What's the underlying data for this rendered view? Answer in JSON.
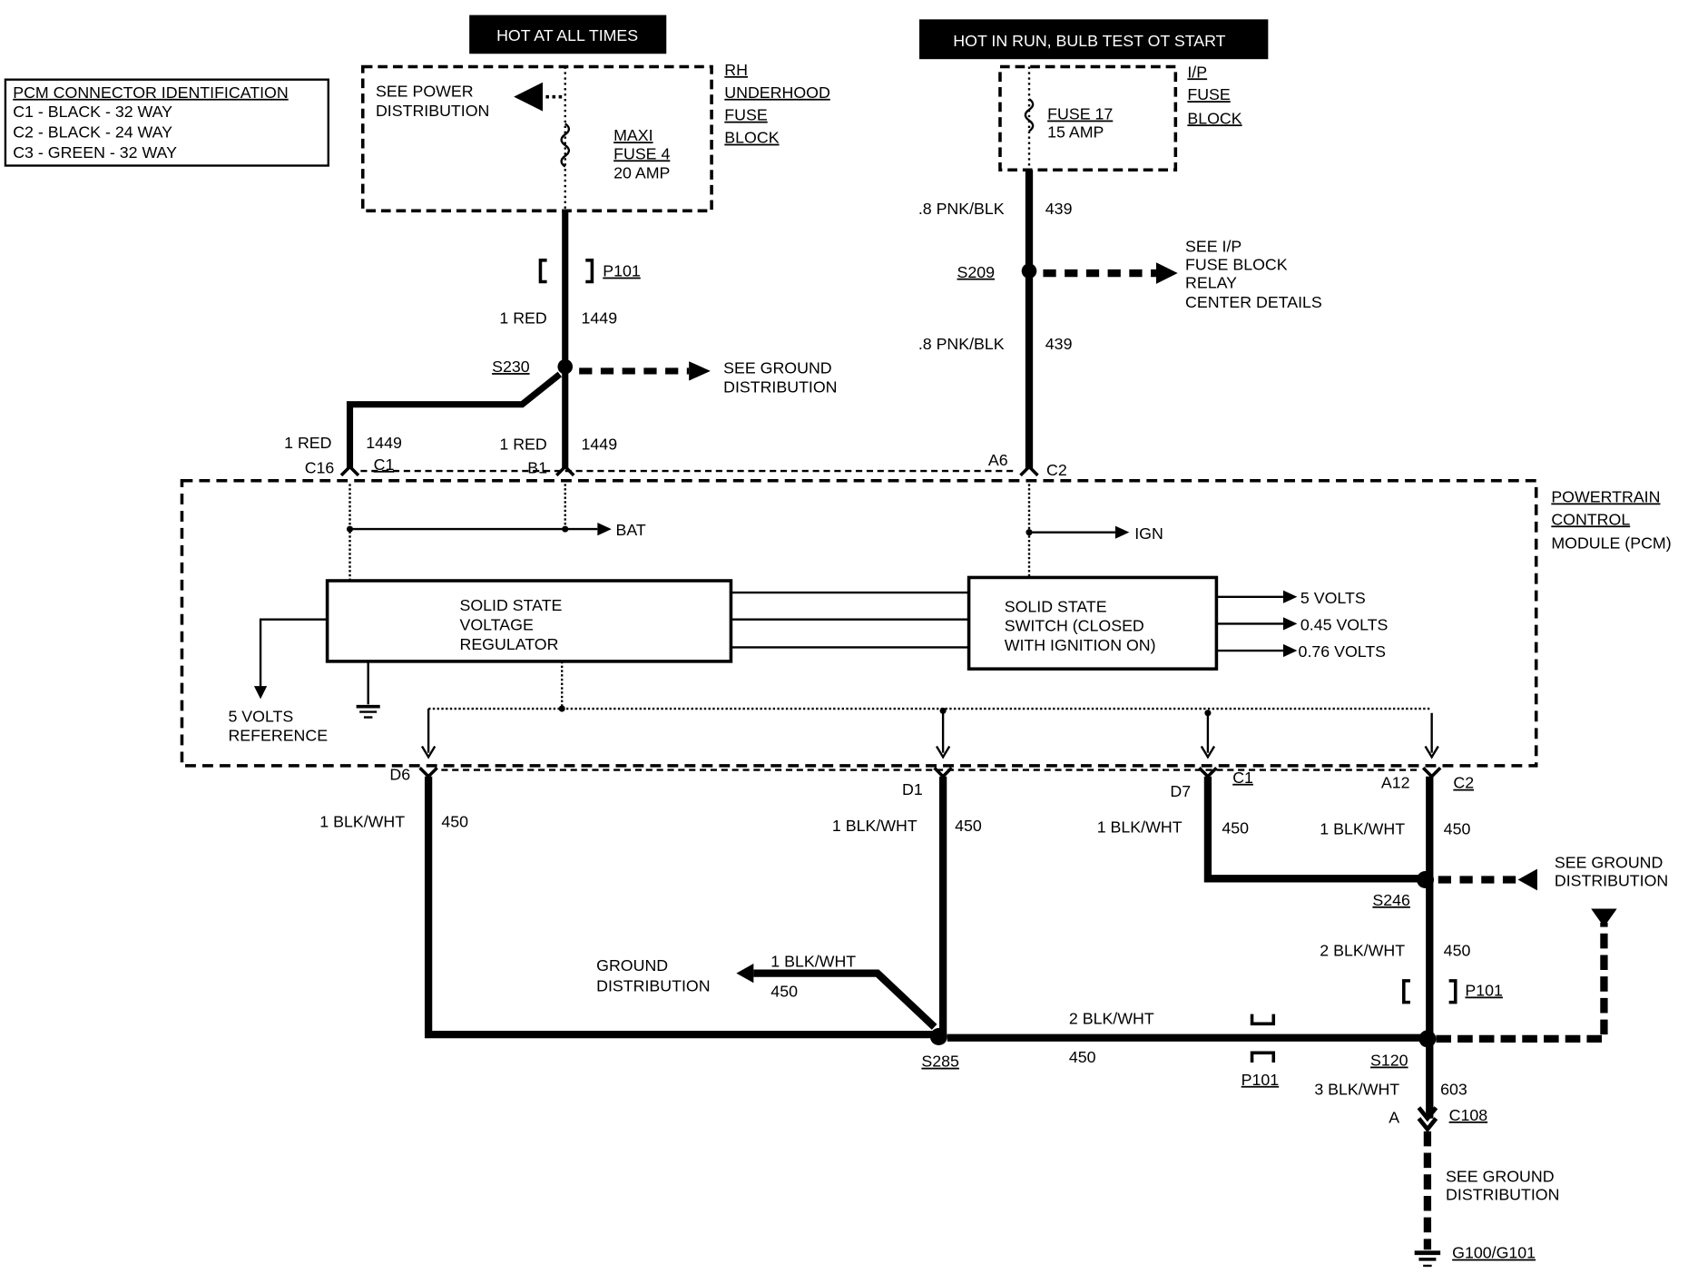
{
  "header_boxes": [
    {
      "id": "hot-always",
      "text": "HOT AT ALL TIMES"
    },
    {
      "id": "hot-run",
      "text": "HOT IN RUN, BULB TEST OT START"
    }
  ],
  "legend": {
    "title": "PCM CONNECTOR IDENTIFICATION",
    "rows": [
      "C1 - BLACK - 32 WAY",
      "C2 - BLACK - 24 WAY",
      "C3 - GREEN - 32 WAY"
    ]
  },
  "rh_fuse_block": {
    "name": [
      "RH",
      "UNDERHOOD",
      "FUSE",
      "BLOCK"
    ],
    "see_power": [
      "SEE POWER",
      "DISTRIBUTION"
    ],
    "fuse": [
      "MAXI",
      "FUSE 4",
      "20 AMP"
    ]
  },
  "ip_fuse_block": {
    "name": [
      "I/P",
      "FUSE",
      "BLOCK"
    ],
    "fuse": [
      "FUSE 17",
      "15 AMP"
    ]
  },
  "connectors": {
    "p101": "P101",
    "c1": "C1",
    "c2": "C2",
    "c108": "C108",
    "c16": "C16",
    "b1": "B1",
    "a6": "A6",
    "d6": "D6",
    "d1": "D1",
    "d7": "D7",
    "a12": "A12",
    "a": "A"
  },
  "splices": {
    "s230": "S230",
    "s209": "S209",
    "s246": "S246",
    "s285": "S285",
    "s120": "S120"
  },
  "wires": {
    "red_1": "1 RED",
    "circ_1449": "1449",
    "pnk_blk": ".8 PNK/BLK",
    "circ_439": "439",
    "blk_wht_1": "1 BLK/WHT",
    "blk_wht_2": "2 BLK/WHT",
    "blk_wht_3": "3 BLK/WHT",
    "circ_450": "450",
    "circ_603": "603"
  },
  "references": {
    "see_ground": [
      "SEE GROUND",
      "DISTRIBUTION"
    ],
    "see_ip": [
      "SEE I/P",
      "FUSE BLOCK",
      "RELAY",
      "CENTER DETAILS"
    ],
    "ground_dist": [
      "GROUND",
      "DISTRIBUTION"
    ],
    "ground_label": "G100/G101"
  },
  "pcm": {
    "name": [
      "POWERTRAIN",
      "CONTROL",
      "MODULE (PCM)"
    ],
    "bat": "BAT",
    "ign": "IGN",
    "regulator": [
      "SOLID STATE",
      "VOLTAGE",
      "REGULATOR"
    ],
    "switch": [
      "SOLID STATE",
      "SWITCH (CLOSED",
      "WITH IGNITION ON)"
    ],
    "outputs": [
      "5 VOLTS",
      "0.45 VOLTS",
      "0.76 VOLTS"
    ],
    "reference": [
      "5 VOLTS",
      "REFERENCE"
    ]
  }
}
